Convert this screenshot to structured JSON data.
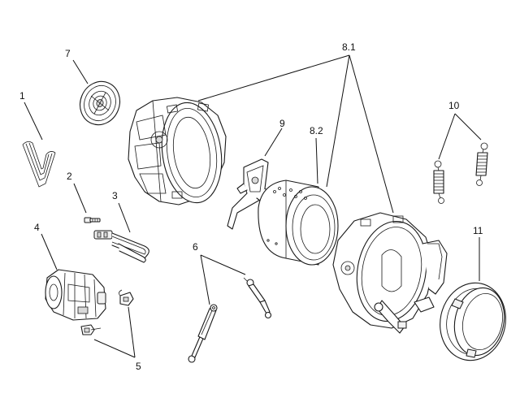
{
  "diagram": {
    "labels": {
      "p1": "1",
      "p2": "2",
      "p3": "3",
      "p4": "4",
      "p5": "5",
      "p6": "6",
      "p7": "7",
      "p81": "8.1",
      "p82": "8.2",
      "p9": "9",
      "p10": "10",
      "p11": "11"
    }
  }
}
